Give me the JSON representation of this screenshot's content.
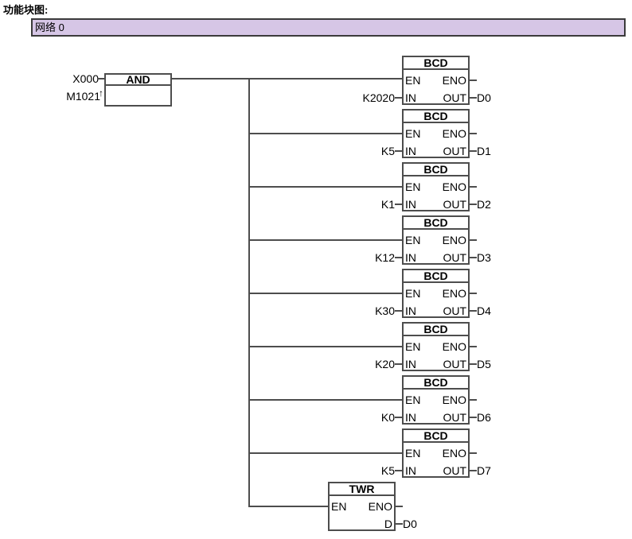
{
  "page": {
    "title_label": "功能块图:"
  },
  "network": {
    "label": "网络 0"
  },
  "colors": {
    "network_fill": "#d6c6e6",
    "network_border": "#3b3b3b",
    "wire": "#4d4d4d",
    "block_border": "#4d4d4d",
    "block_bg": "#ffffff",
    "text": "#000000"
  },
  "pins": {
    "en": "EN",
    "eno": "ENO",
    "in": "IN",
    "out": "OUT",
    "d": "D"
  },
  "and_block": {
    "title": "AND",
    "input_top": "X000",
    "input_bottom": "M1021",
    "edge_marker": "↑"
  },
  "bcd_blocks": [
    {
      "title": "BCD",
      "in_operand": "K2020",
      "out_operand": "D0"
    },
    {
      "title": "BCD",
      "in_operand": "K5",
      "out_operand": "D1"
    },
    {
      "title": "BCD",
      "in_operand": "K1",
      "out_operand": "D2"
    },
    {
      "title": "BCD",
      "in_operand": "K12",
      "out_operand": "D3"
    },
    {
      "title": "BCD",
      "in_operand": "K30",
      "out_operand": "D4"
    },
    {
      "title": "BCD",
      "in_operand": "K20",
      "out_operand": "D5"
    },
    {
      "title": "BCD",
      "in_operand": "K0",
      "out_operand": "D6"
    },
    {
      "title": "BCD",
      "in_operand": "K5",
      "out_operand": "D7"
    }
  ],
  "twr_block": {
    "title": "TWR",
    "d_operand": "D0"
  }
}
